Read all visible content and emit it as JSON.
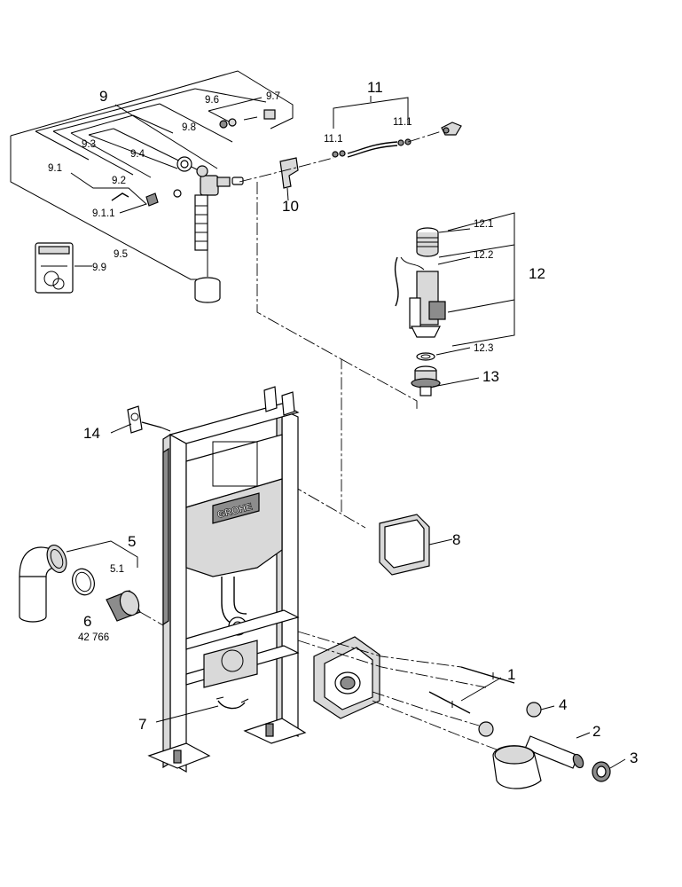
{
  "labels": {
    "l1": "1",
    "l2": "2",
    "l3": "3",
    "l4": "4",
    "l5": "5",
    "l5_1": "5.1",
    "l6": "6",
    "l6_code": "42 766",
    "l7": "7",
    "l8": "8",
    "l9": "9",
    "l9_1": "9.1",
    "l9_1_1": "9.1.1",
    "l9_2": "9.2",
    "l9_3": "9.3",
    "l9_4": "9.4",
    "l9_5": "9.5",
    "l9_6": "9.6",
    "l9_7": "9.7",
    "l9_8": "9.8",
    "l9_9": "9.9",
    "l10": "10",
    "l11": "11",
    "l11_1a": "11.1",
    "l11_1b": "11.1",
    "l12": "12",
    "l12_1": "12.1",
    "l12_2": "12.2",
    "l12_3": "12.3",
    "l13": "13",
    "l14": "14"
  },
  "brand": {
    "logo_text": "GROHE"
  }
}
